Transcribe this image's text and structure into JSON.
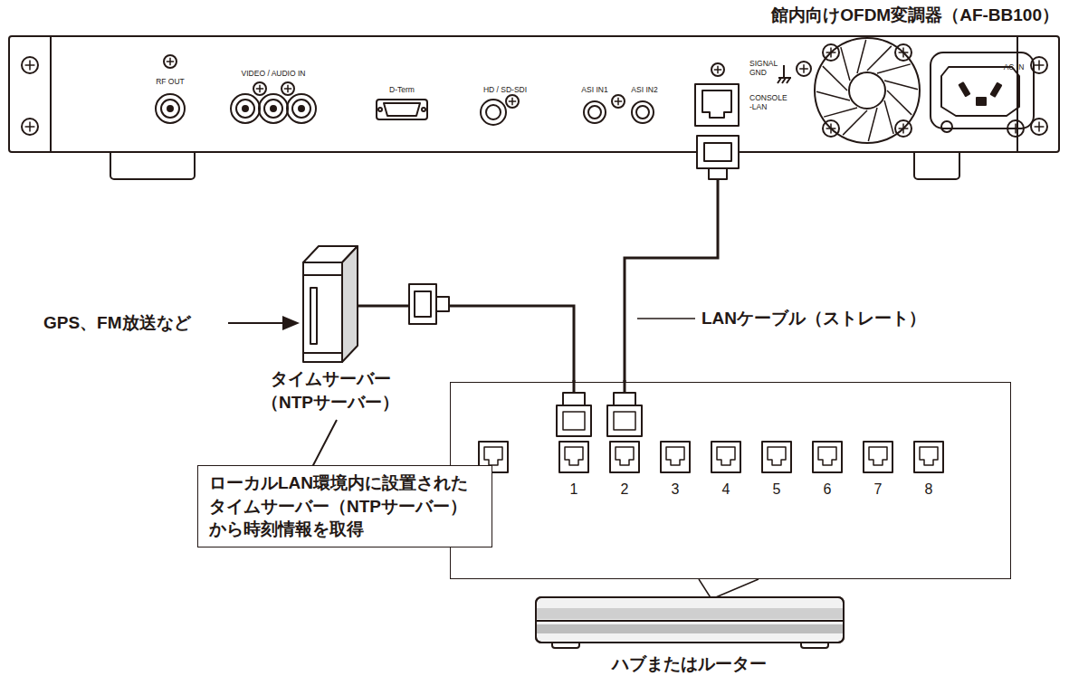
{
  "diagram": {
    "nodes": [
      {
        "text": [
          "館内向けOFDM変調器（AF-BB100）"
        ]
      },
      {
        "text": [
          "タイムサーバー （NTPサーバー）"
        ]
      },
      {
        "text": [
          "ハブまたはルーター"
        ]
      },
      {
        "text": [
          "ローカルLAN環境内に設置された タイムサーバー（NTPサーバー） から時刻情報を取得"
        ]
      }
    ],
    "edges": [
      {
        "from": 0,
        "to": 2,
        "arrow": "none",
        "label": "LANケーブル（ストレート）"
      },
      {
        "from": 1,
        "to": 2,
        "arrow": "none"
      }
    ],
    "labels": [
      "RF OUT",
      "VIDEO / AUDIO IN",
      "D-Term",
      "HD / SD-SDI",
      "ASI IN1",
      "ASI IN2",
      "SIGNAL GND",
      "CONSOLE -LAN",
      "AC IN",
      "GPS、FM放送など",
      "1",
      "2",
      "3",
      "4",
      "5",
      "6",
      "7",
      "8"
    ]
  }
}
